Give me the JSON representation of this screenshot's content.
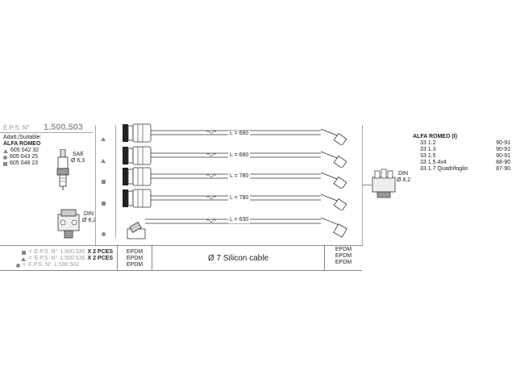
{
  "header": {
    "eps_label": "E.P.S. N°",
    "eps_number": "1.500.503"
  },
  "suitable": {
    "title": "Adatt./Suitable:",
    "brand": "ALFA ROMEO",
    "refs": [
      {
        "icon": "triangle",
        "code": "605 042 32"
      },
      {
        "icon": "circle",
        "code": "605 043 25"
      },
      {
        "icon": "square",
        "code": "605 048 23"
      }
    ]
  },
  "components": {
    "plug_standard": "SAE",
    "plug_diameter": "Ø 6,3",
    "coil_standard": "DIN",
    "coil_diameter": "Ø 8,2",
    "distributor_standard": "DIN",
    "distributor_diameter": "Ø 8,2"
  },
  "leads": [
    {
      "icon": "triangle",
      "length": "L = 680"
    },
    {
      "icon": "triangle",
      "length": "L = 680"
    },
    {
      "icon": "square",
      "length": "L = 780"
    },
    {
      "icon": "square",
      "length": "L = 780"
    },
    {
      "icon": "circle",
      "length": "L = 630"
    }
  ],
  "table": {
    "rows": [
      {
        "icon": "square",
        "eps_label": "E.P.S. N°",
        "eps": "1.500.535",
        "qty": "X 2 PCES"
      },
      {
        "icon": "triangle",
        "eps_label": "E.P.S. N°",
        "eps": "1.500.536",
        "qty": "X 2 PCES"
      },
      {
        "icon": "circle",
        "eps_label": "E.P.S. N°",
        "eps": "1.500.502",
        "qty": ""
      }
    ],
    "left_material": [
      "EPDM",
      "EPDM",
      "EPDM"
    ],
    "cable": "Ø 7 Silicon cable",
    "right_material": [
      "EPDM",
      "EPDM",
      "EPDM"
    ],
    "eq_sign": "="
  },
  "applications": {
    "title": "ALFA ROMEO (I)",
    "models": [
      {
        "model": "33 1.2",
        "years": "90-91"
      },
      {
        "model": "33 1.3",
        "years": "90-91"
      },
      {
        "model": "33 1.5",
        "years": "90-91"
      },
      {
        "model": "33 1.5 4x4",
        "years": "88-90"
      },
      {
        "model": "33 1.7 Quadrifoglio",
        "years": "87-90"
      }
    ]
  }
}
